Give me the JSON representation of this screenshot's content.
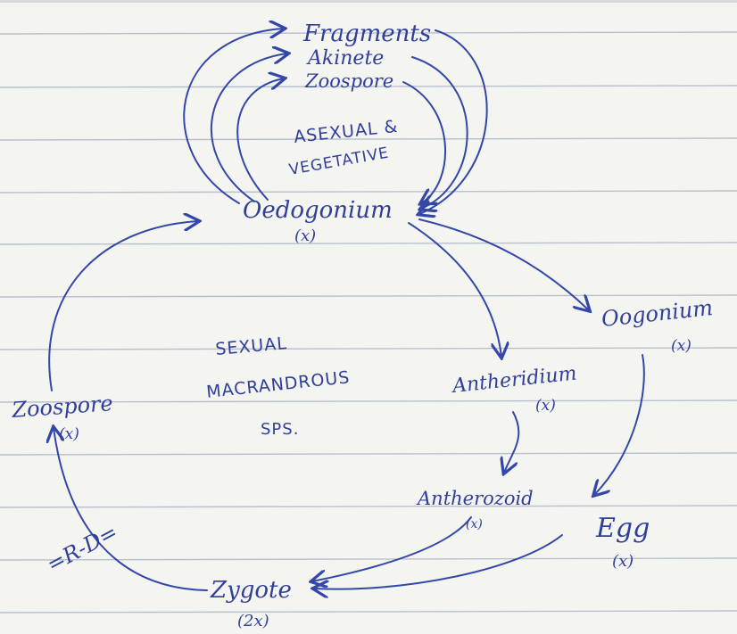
{
  "nodes": {
    "fragments": "Fragments",
    "akinete": "Akinete",
    "zoospore_top": "Zoospore",
    "oedogonium": "Oedogonium",
    "oedogonium_ploidy": "(x)",
    "oogonium": "Oogonium",
    "oogonium_ploidy": "(x)",
    "antheridium": "Antheridium",
    "antheridium_ploidy": "(x)",
    "antherozoid": "Antherozoid",
    "antherozoid_ploidy": "(x)",
    "egg": "Egg",
    "egg_ploidy": "(x)",
    "zygote": "Zygote",
    "zygote_ploidy": "(2x)",
    "zoospore_left": "Zoospore",
    "zoospore_left_ploidy": "(x)"
  },
  "annotations": {
    "asexual_line1": "ASEXUAL &",
    "asexual_line2": "VEGETATIVE",
    "sexual_line1": "SEXUAL",
    "sexual_line2": "MACRANDROUS",
    "sexual_line3": "SPS.",
    "rd_label": "=R-D="
  },
  "colors": {
    "ink": "#3347a8",
    "paper": "#f4f4f1",
    "rule_line": "#b9c0cc"
  }
}
